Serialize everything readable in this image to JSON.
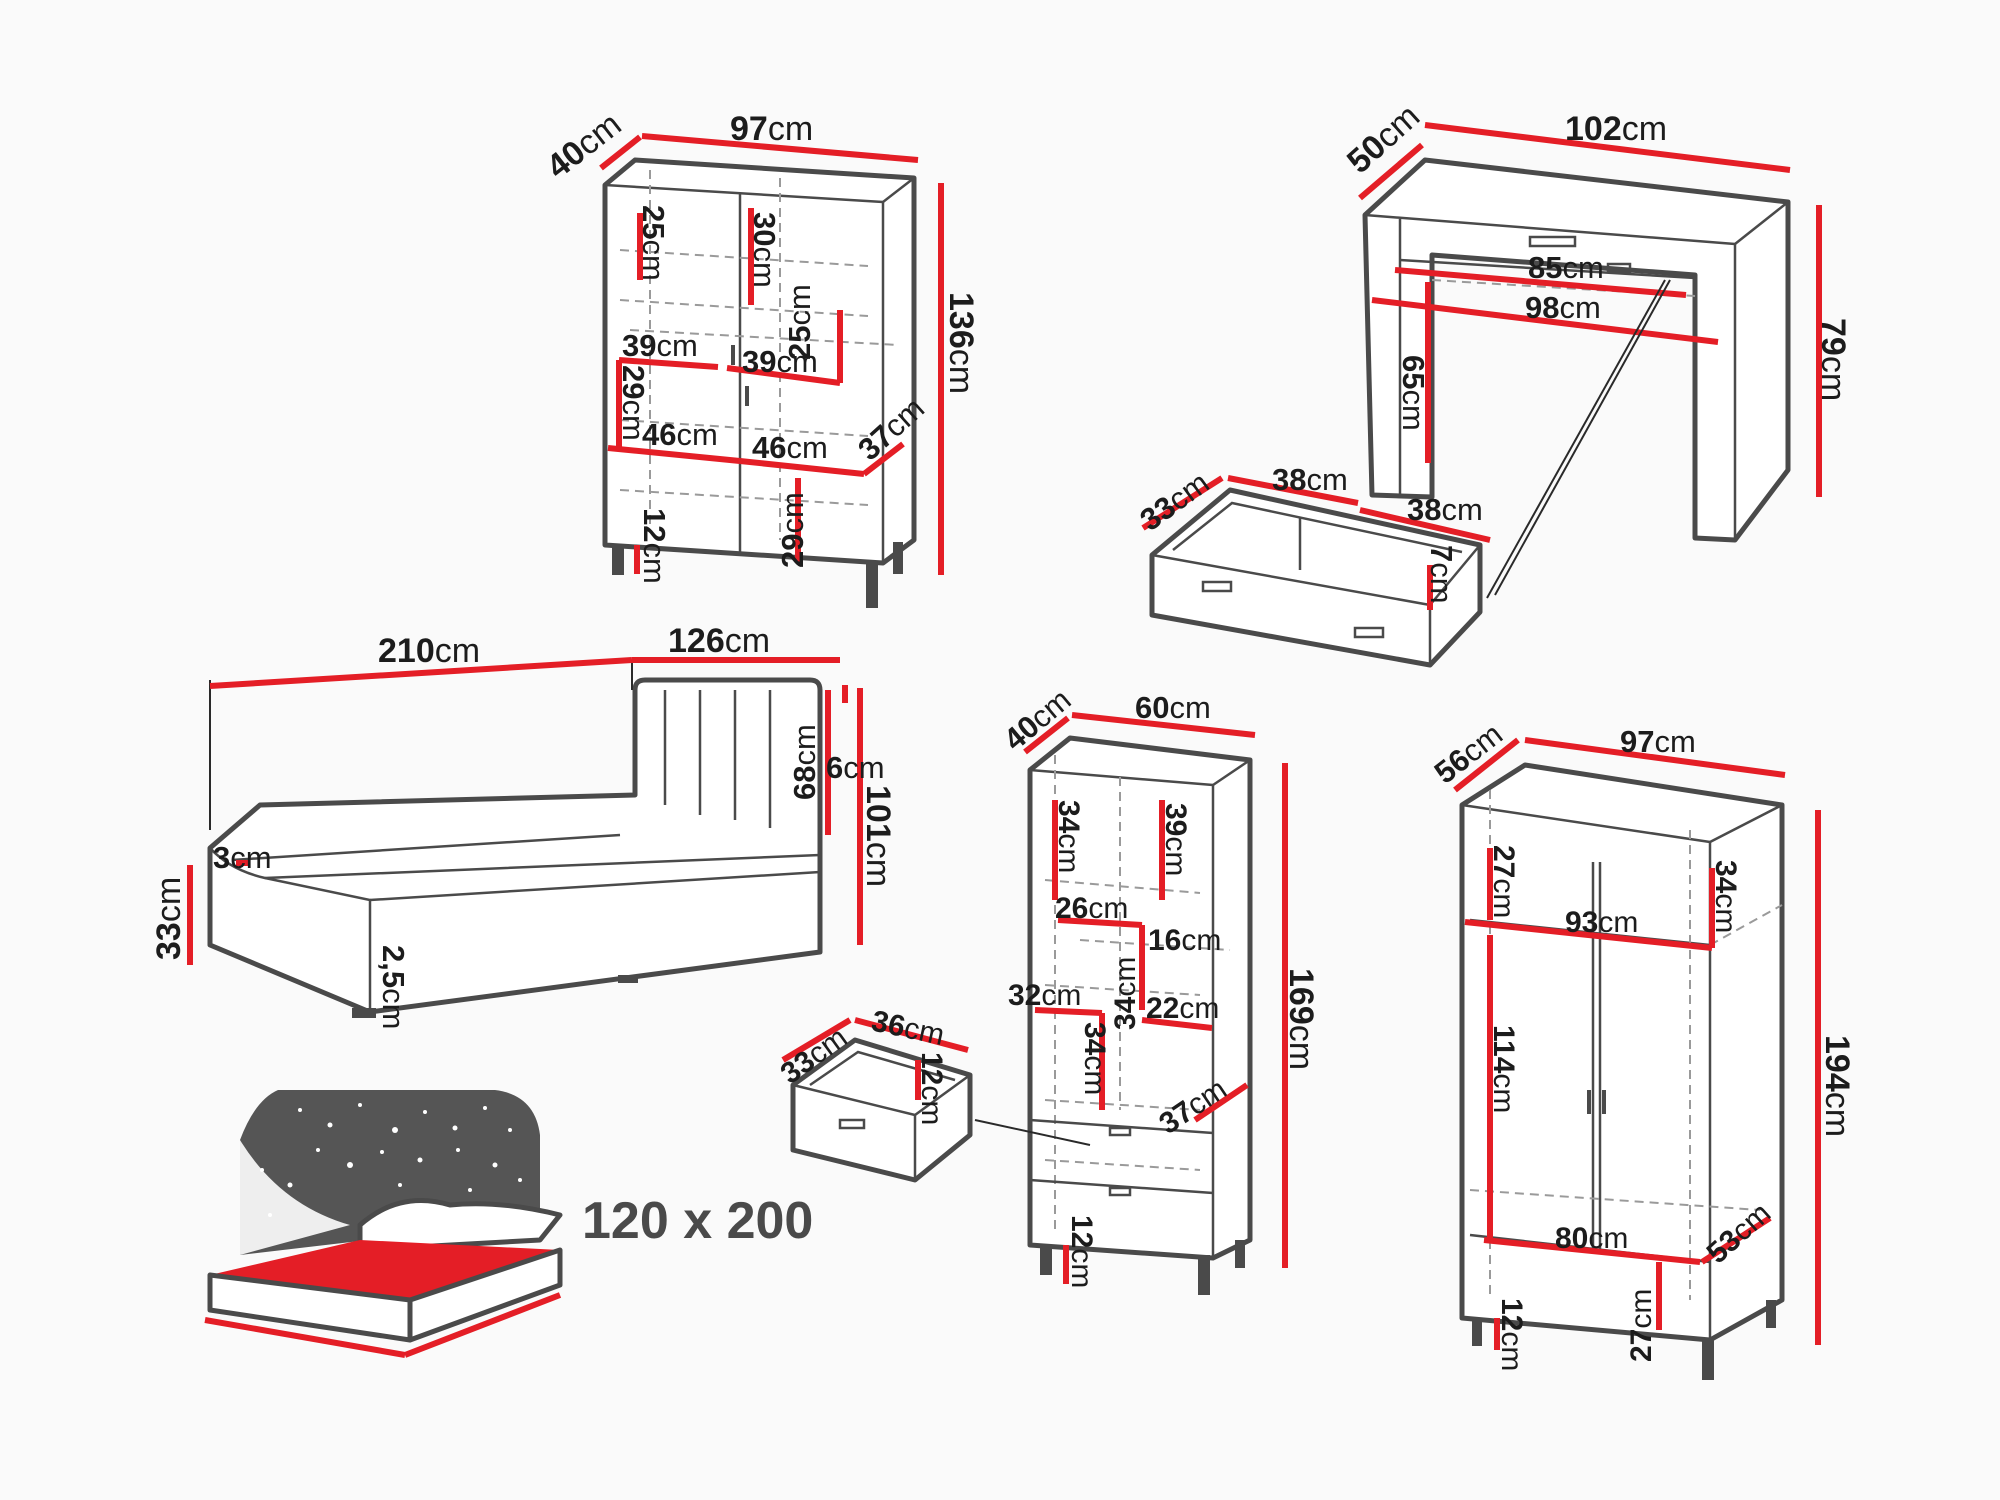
{
  "colors": {
    "dimension_line": "#e41e26",
    "outline": "#4a4a4a",
    "hidden_line": "#9a9a9a",
    "mattress_fill": "#e41e26",
    "headboard_print": "#555555"
  },
  "units": {
    "cm": "cm"
  },
  "highboard": {
    "depth": "40",
    "width": "97",
    "height": "136",
    "upper_left_shelf": "25",
    "upper_mid_shelf": "30",
    "upper_right_shelf": "25",
    "left_compartment_width": "39",
    "right_compartment_width": "39",
    "left_compartment_height": "29",
    "lower_left_width": "46",
    "lower_right_width": "46",
    "inner_depth": "37",
    "lower_compartment_height": "29",
    "legs": "12"
  },
  "desk": {
    "depth": "50",
    "width": "102",
    "height": "79",
    "inner_width_top": "85",
    "inner_width": "98",
    "leg_clearance": "65"
  },
  "desk_drawer": {
    "depth": "33",
    "left_width": "38",
    "right_width": "38",
    "height": "7"
  },
  "bed": {
    "length": "210",
    "width": "126",
    "headboard_height": "68",
    "headboard_thickness": "6",
    "total_height": "101",
    "frame_height": "33",
    "frame_edge": "3",
    "feet": "2,5"
  },
  "bookcase": {
    "depth": "40",
    "width": "60",
    "height": "169",
    "top_left_shelf": "34",
    "top_right_shelf": "39",
    "left_width": "26",
    "right_width": "16",
    "mid_divider_height": "34",
    "lower_left_width": "32",
    "lower_right_width": "22",
    "lower_left_height": "34",
    "inner_depth": "37",
    "legs": "12"
  },
  "bookcase_drawer": {
    "depth": "33",
    "width": "36",
    "height": "12"
  },
  "wardrobe": {
    "depth": "56",
    "width": "97",
    "height": "194",
    "top_left_height": "27",
    "top_right_height": "34",
    "inner_width": "93",
    "hanging_height": "114",
    "bottom_width": "80",
    "inner_depth": "53",
    "bottom_height": "27",
    "legs": "12"
  },
  "mattress": {
    "size_label": "120 x 200"
  }
}
